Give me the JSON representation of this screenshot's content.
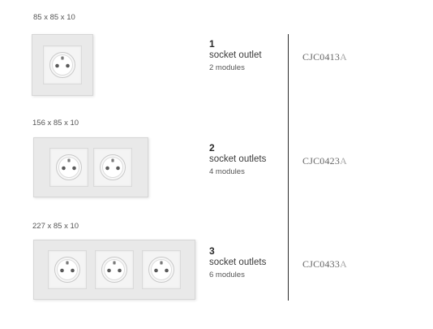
{
  "products": [
    {
      "dimensions": "85 x 85 x 10",
      "number": "1",
      "label": "socket outlet",
      "modules_text": "2 modules",
      "code_main": "CJC0413",
      "code_suffix": "A",
      "sockets": 1
    },
    {
      "dimensions": "156 x 85 x 10",
      "number": "2",
      "label": "socket outlets",
      "modules_text": "4 modules",
      "code_main": "CJC0423",
      "code_suffix": "A",
      "sockets": 2
    },
    {
      "dimensions": "227 x 85 x 10",
      "number": "3",
      "label": "socket outlets",
      "modules_text": "6 modules",
      "code_main": "CJC0433",
      "code_suffix": "A",
      "sockets": 3
    }
  ],
  "icons": {
    "socket": "socket-outlet-icon"
  },
  "colors": {
    "divider": "#2b2b2b",
    "code_suffix": "#a9a9a9"
  }
}
